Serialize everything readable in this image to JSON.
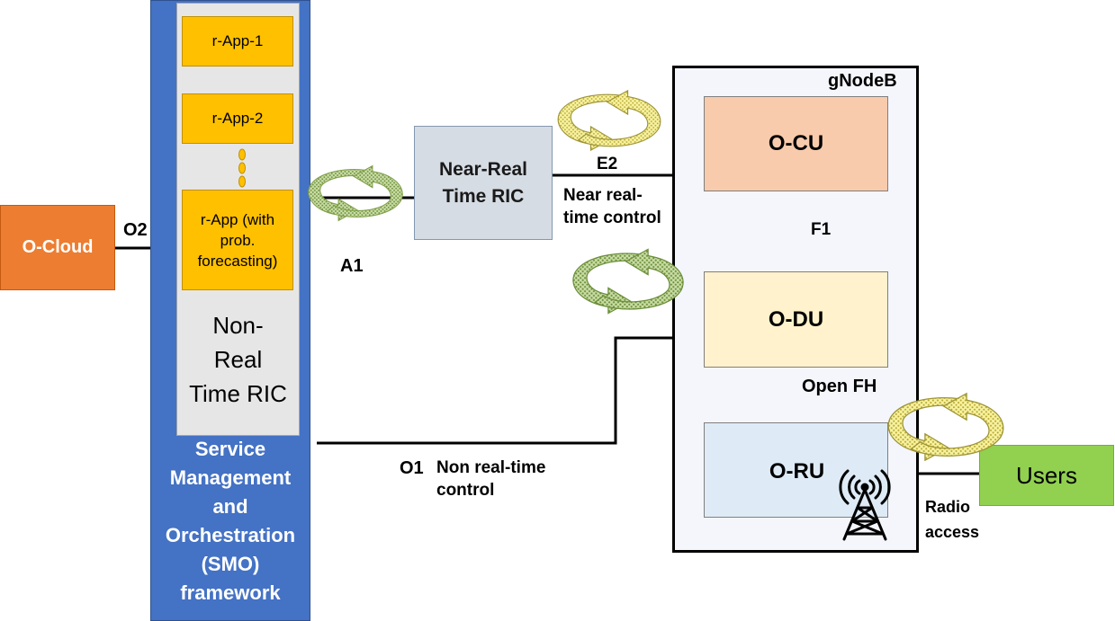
{
  "ocloud": {
    "label": "O-Cloud",
    "color": "#ED7D31"
  },
  "smo": {
    "label_lines": [
      "Service",
      "Management",
      "and",
      "Orchestration",
      "(SMO)",
      "framework"
    ],
    "color": "#4472C4"
  },
  "nonrt_ric": {
    "label_lines": [
      "Non-",
      "Real",
      "Time RIC"
    ],
    "rapps": [
      {
        "lines": [
          "r-App-1"
        ]
      },
      {
        "lines": [
          "r-App-2"
        ]
      },
      {
        "lines": [
          "r-App (with",
          "prob.",
          "forecasting)"
        ]
      }
    ],
    "rapp_color": "#FFC000"
  },
  "nearrt_ric": {
    "label_lines": [
      "Near-Real",
      "Time RIC"
    ]
  },
  "gnodeb": {
    "label": "gNodeB",
    "ocu": "O-CU",
    "odu": "O-DU",
    "oru": "O-RU"
  },
  "users": {
    "label": "Users",
    "color": "#92D050"
  },
  "interfaces": {
    "o2": "O2",
    "a1": "A1",
    "e2": "E2",
    "e2_desc_lines": [
      "Near real-",
      "time control"
    ],
    "f1": "F1",
    "open_fh": "Open FH",
    "o1": "O1",
    "o1_desc_lines": [
      "Non real-time",
      "control"
    ],
    "radio_lines": [
      "Radio",
      "access"
    ]
  },
  "icons": [
    "antenna-tower-icon",
    "ellipsis-dots-icon",
    "circular-arrows-icon"
  ]
}
